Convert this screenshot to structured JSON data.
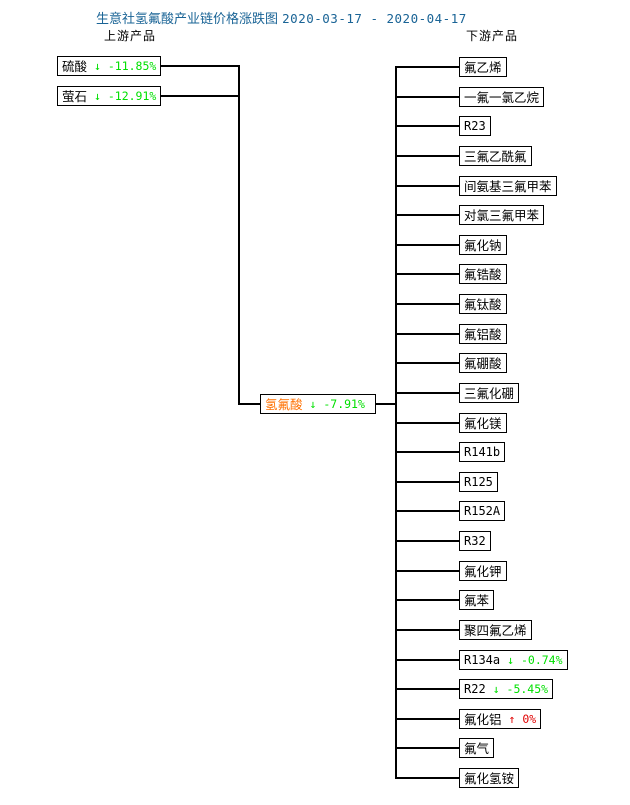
{
  "chart_data": {
    "type": "diagram",
    "title": "生意社氢氟酸产业链价格涨跌图",
    "date_range": "2020-03-17 - 2020-04-17",
    "center": {
      "name": "氢氟酸",
      "change": "↓ -7.91%",
      "direction": "down"
    },
    "upstream_label": "上游产品",
    "downstream_label": "下游产品",
    "upstream": [
      {
        "name": "硫酸",
        "change": "↓ -11.85%",
        "direction": "down"
      },
      {
        "name": "萤石",
        "change": "↓ -12.91%",
        "direction": "down"
      }
    ],
    "downstream": [
      {
        "name": "氟乙烯",
        "change": "",
        "direction": "none"
      },
      {
        "name": "一氟一氯乙烷",
        "change": "",
        "direction": "none"
      },
      {
        "name": "R23",
        "change": "",
        "direction": "none"
      },
      {
        "name": "三氟乙酰氟",
        "change": "",
        "direction": "none"
      },
      {
        "name": "间氨基三氟甲苯",
        "change": "",
        "direction": "none"
      },
      {
        "name": "对氯三氟甲苯",
        "change": "",
        "direction": "none"
      },
      {
        "name": "氟化钠",
        "change": "",
        "direction": "none"
      },
      {
        "name": "氟锆酸",
        "change": "",
        "direction": "none"
      },
      {
        "name": "氟钛酸",
        "change": "",
        "direction": "none"
      },
      {
        "name": "氟铝酸",
        "change": "",
        "direction": "none"
      },
      {
        "name": "氟硼酸",
        "change": "",
        "direction": "none"
      },
      {
        "name": "三氟化硼",
        "change": "",
        "direction": "none"
      },
      {
        "name": "氟化镁",
        "change": "",
        "direction": "none"
      },
      {
        "name": "R141b",
        "change": "",
        "direction": "none"
      },
      {
        "name": "R125",
        "change": "",
        "direction": "none"
      },
      {
        "name": "R152A",
        "change": "",
        "direction": "none"
      },
      {
        "name": "R32",
        "change": "",
        "direction": "none"
      },
      {
        "name": "氟化钾",
        "change": "",
        "direction": "none"
      },
      {
        "name": "氟苯",
        "change": "",
        "direction": "none"
      },
      {
        "name": "聚四氟乙烯",
        "change": "",
        "direction": "none"
      },
      {
        "name": "R134a",
        "change": "↓ -0.74%",
        "direction": "down"
      },
      {
        "name": "R22",
        "change": "↓ -5.45%",
        "direction": "down"
      },
      {
        "name": "氟化铝",
        "change": "↑ 0%",
        "direction": "up"
      },
      {
        "name": "氟气",
        "change": "",
        "direction": "none"
      },
      {
        "name": "氟化氢铵",
        "change": "",
        "direction": "none"
      }
    ],
    "colors": {
      "title": "#1a6496",
      "center_name": "#ff7000",
      "decrease": "#00e000",
      "increase": "#e00000",
      "line": "#000000",
      "background": "#ffffff"
    }
  }
}
